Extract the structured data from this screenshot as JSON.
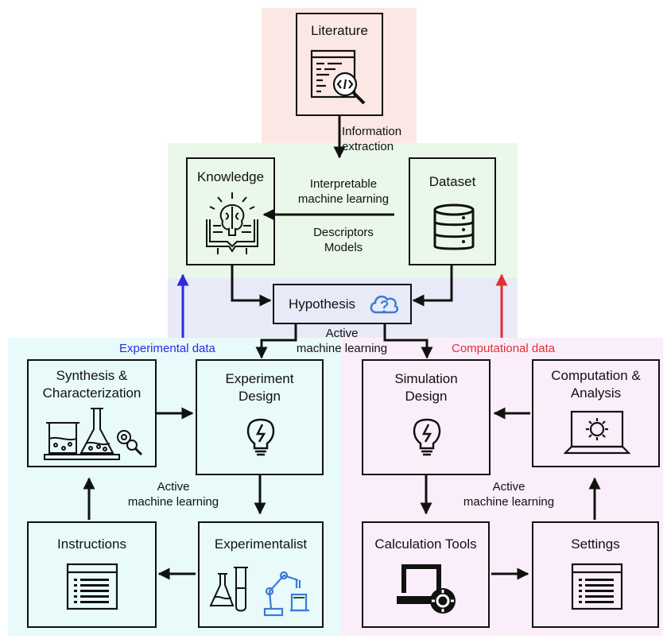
{
  "boxes": {
    "literature": "Literature",
    "knowledge": "Knowledge",
    "dataset": "Dataset",
    "hypothesis": "Hypothesis",
    "synthesis": [
      "Synthesis &",
      "Characterization"
    ],
    "experiment_design": [
      "Experiment",
      "Design"
    ],
    "simulation_design": [
      "Simulation",
      "Design"
    ],
    "computation": [
      "Computation &",
      "Analysis"
    ],
    "instructions": "Instructions",
    "experimentalist": "Experimentalist",
    "calculation_tools": "Calculation Tools",
    "settings": "Settings"
  },
  "edge_labels": {
    "information_extraction": [
      "Information",
      "extraction"
    ],
    "interpretable_ml": [
      "Interpretable",
      "machine learning"
    ],
    "descriptors_models": [
      "Descriptors",
      "Models"
    ],
    "active_ml_top": [
      "Active",
      "machine learning"
    ],
    "active_ml_left": [
      "Active",
      "machine learning"
    ],
    "active_ml_right": [
      "Active",
      "machine learning"
    ],
    "experimental_data": "Experimental data",
    "computational_data": "Computational data"
  },
  "colors": {
    "literature_region": "#fbe8e4",
    "knowledge_region": "#eaf8ea",
    "hypothesis_region": "#e8eaf7",
    "experimental_region": "#e8fafa",
    "computational_region": "#fbeefb",
    "experimental_arrow": "#2a2ae0",
    "computational_arrow": "#e03030",
    "accent_icon": "#3a7bd5"
  }
}
